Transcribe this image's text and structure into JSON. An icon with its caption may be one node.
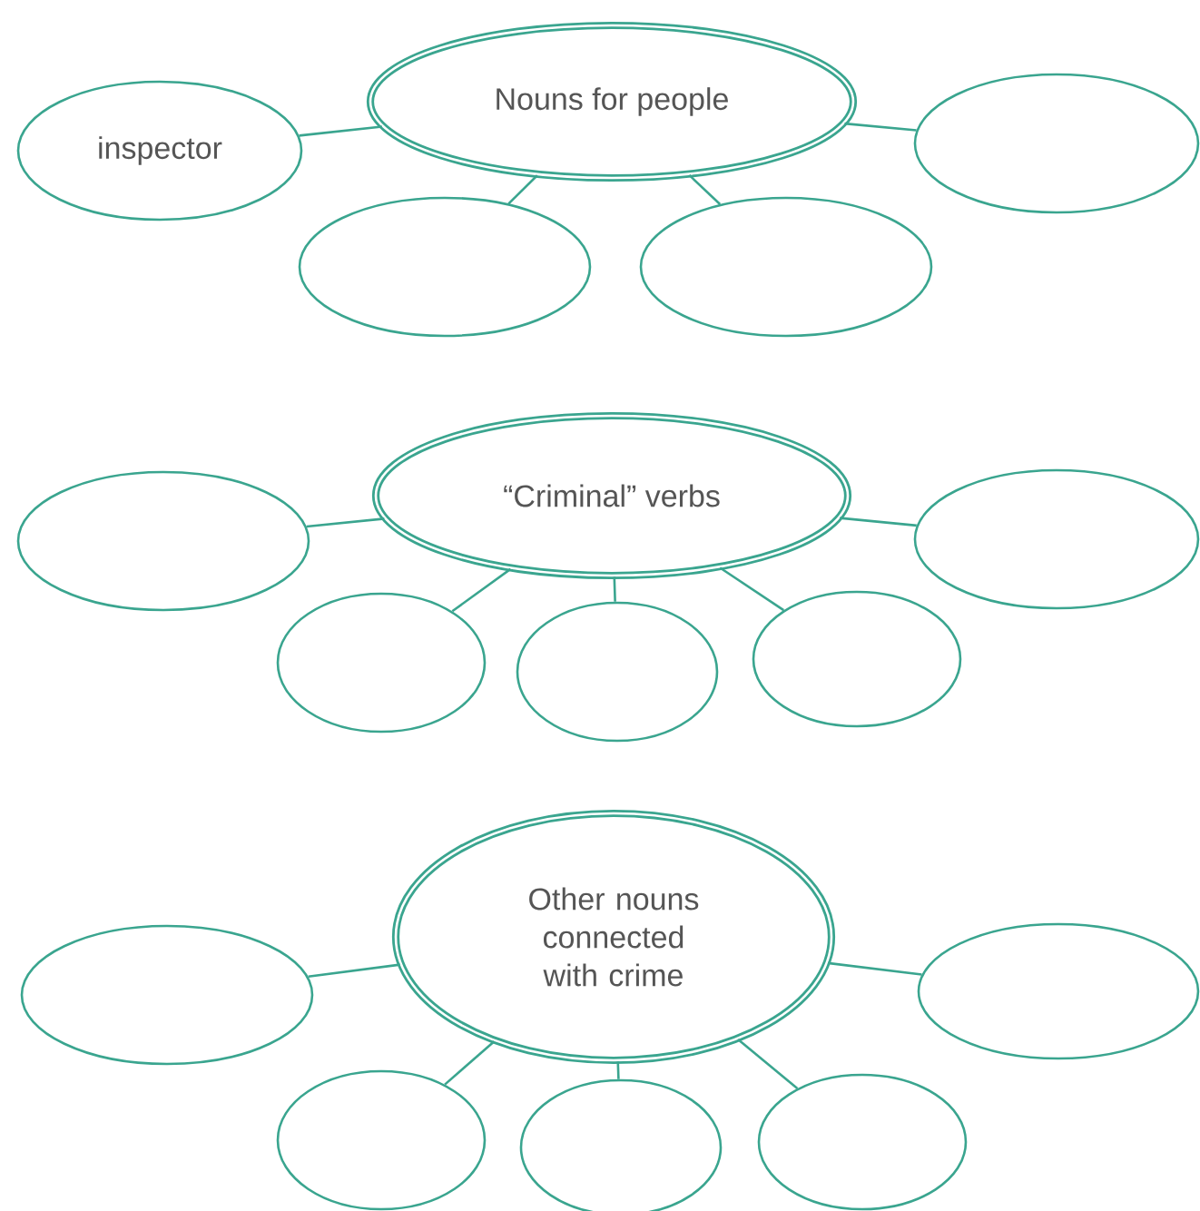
{
  "diagram": {
    "nodes": [
      {
        "text": [
          "inspector"
        ]
      },
      {
        "text": [
          "Nouns for people"
        ]
      },
      {
        "text": [],
        "shape": "ellipse"
      },
      {
        "text": [],
        "shape": "ellipse"
      },
      {
        "text": [],
        "shape": "ellipse"
      },
      {
        "text": [],
        "shape": "ellipse"
      },
      {
        "text": [
          "“Criminal” verbs"
        ]
      },
      {
        "text": [],
        "shape": "ellipse"
      },
      {
        "text": [],
        "shape": "ellipse"
      },
      {
        "text": [],
        "shape": "ellipse"
      },
      {
        "text": [],
        "shape": "ellipse"
      },
      {
        "text": [],
        "shape": "ellipse"
      },
      {
        "text": [
          "Other nouns connected with crime"
        ]
      },
      {
        "text": [],
        "shape": "ellipse"
      },
      {
        "text": [],
        "shape": "ellipse"
      },
      {
        "text": [],
        "shape": "ellipse"
      },
      {
        "text": [],
        "shape": "ellipse"
      }
    ],
    "edges": [
      {
        "from": 1,
        "to": 0,
        "arrow": "none"
      },
      {
        "from": 1,
        "to": 2,
        "arrow": "none"
      },
      {
        "from": 1,
        "to": 3,
        "arrow": "none"
      },
      {
        "from": 1,
        "to": 4,
        "arrow": "none"
      },
      {
        "from": 6,
        "to": 5,
        "arrow": "none"
      },
      {
        "from": 6,
        "to": 7,
        "arrow": "none"
      },
      {
        "from": 6,
        "to": 8,
        "arrow": "none"
      },
      {
        "from": 6,
        "to": 9,
        "arrow": "none"
      },
      {
        "from": 6,
        "to": 10,
        "arrow": "none"
      },
      {
        "from": 12,
        "to": 11,
        "arrow": "none"
      },
      {
        "from": 12,
        "to": 13,
        "arrow": "none"
      },
      {
        "from": 12,
        "to": 14,
        "arrow": "none"
      },
      {
        "from": 12,
        "to": 15,
        "arrow": "none"
      },
      {
        "from": 12,
        "to": 16,
        "arrow": "none"
      }
    ]
  }
}
